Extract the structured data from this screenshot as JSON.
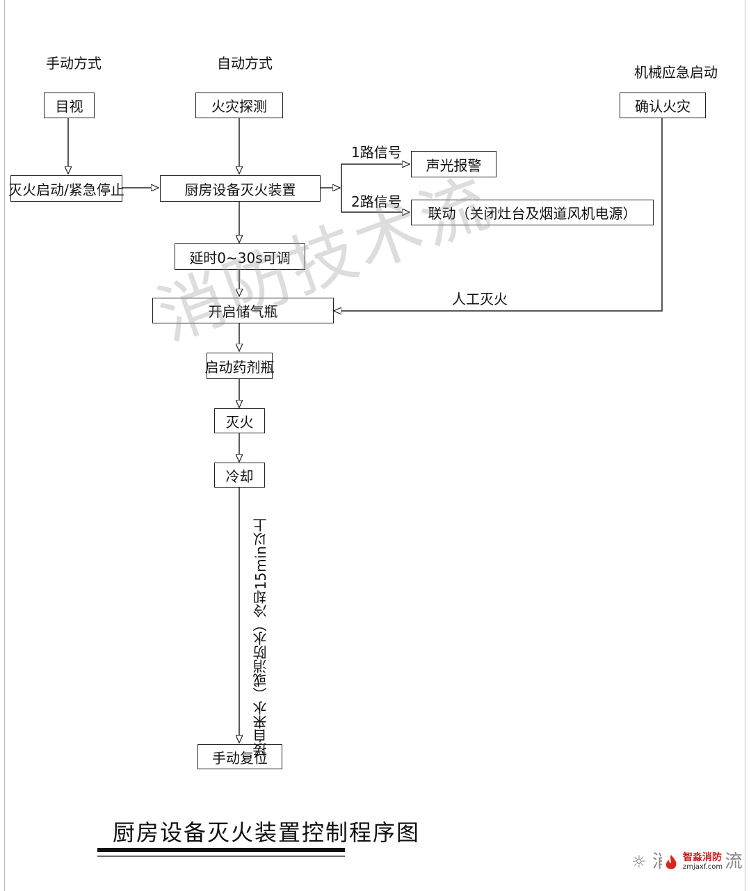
{
  "headers": {
    "manual": "手动方式",
    "auto": "自动方式",
    "mech": "机械应急启动"
  },
  "boxes": {
    "visual": "目视",
    "fire_detect": "火灾探测",
    "confirm_fire": "确认火灾",
    "start_stop": "灭火启动/紧急停止",
    "device": "厨房设备灭火装置",
    "alarm": "声光报警",
    "linkage": "联动（关闭灶台及烟道风机电源）",
    "delay": "延时0~30s可调",
    "open_gas": "开启储气瓶",
    "agent": "启动药剂瓶",
    "extinguish": "灭火",
    "cool": "冷却",
    "reset": "手动复位"
  },
  "edge_labels": {
    "signal1": "1路信号",
    "signal2": "2路信号",
    "manual_fire": "人工灭火",
    "water": "接自来水（或消防水）冷却15min以上"
  },
  "title": "厨房设备灭火装置控制程序图",
  "watermark": "消防技术流",
  "credit": "消防技术流",
  "logo": {
    "name": "智淼消防",
    "url": "zmjaxf.com"
  }
}
